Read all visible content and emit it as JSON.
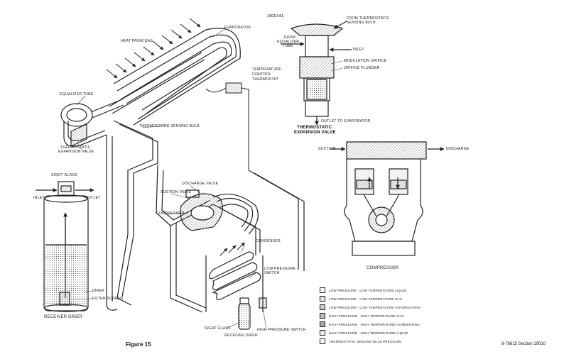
{
  "figure": {
    "top_number": "19010-81",
    "title": "Figure 15",
    "reference": "9-78615 Section 19010"
  },
  "labels": {
    "heat_from_gas": "HEAT FROM GAS",
    "evaporator": "EVAPORATOR",
    "temp_control_1": "TEMPERATURE",
    "temp_control_2": "CONTROL",
    "temp_control_3": "THERMOSTAT",
    "equalizer_tube": "EQUALIZER TUBE",
    "thermo_bulb": "THERMOSTATIC SENSING BULB",
    "tev_1": "THERMOSTATIC",
    "tev_2": "EXPANSION VALVE",
    "sight_glass_top": "SIGHT GLASS",
    "inlet": "INLET",
    "outlet": "OUTLET",
    "suction_valve": "SUCTION VALVE",
    "discharge_valve": "DISCHARGE VALVE",
    "compressor_main": "COMPRESSOR",
    "condenser": "CONDENSER",
    "low_pressure_switch_1": "LOW PRESSURE",
    "low_pressure_switch_2": "SWITCH",
    "drier": "DRIER",
    "filter_screen": "FILTER SCREEN",
    "receiver_drier": "RECEIVER DRIER",
    "sight_glass_bottom": "SIGHT GLASS",
    "receiver_drier_2": "RECEIVER DRIER",
    "high_pressure_switch": "HIGH PRESSURE SWITCH",
    "from_bulb_1": "FROM THERMOSTATIC",
    "from_bulb_2": "SENSING BULB",
    "from_equalizer_1": "FROM",
    "from_equalizer_2": "EQUALIZER",
    "from_equalizer_3": "TUBE",
    "inlet_right": "INLET",
    "modulation_orifice": "MODULATION ORIFICE",
    "orifice_plunger": "ORIFICE PLUNGER",
    "outlet_to_evap": "OUTLET TO EVAPORATOR",
    "tev_detail_1": "THERMOSTATIC",
    "tev_detail_2": "EXPANSION VALVE",
    "suction": "SUCTION",
    "discharge": "DISCHARGE",
    "compressor_detail": "COMPRESSOR"
  },
  "legend": [
    {
      "text": "LOW PRESSURE - LOW TEMPERATURE LIQUID",
      "fill": "#ffffff"
    },
    {
      "text": "LOW PRESSURE - LOW TEMPERATURE GAS",
      "fill": "#e3e3e3"
    },
    {
      "text": "LOW PRESSURE - LOW TEMPERATURE VAPORIZATION",
      "fill": "#cfcfcf"
    },
    {
      "text": "HIGH PRESSURE - HIGH TEMPERATURE GAS",
      "fill": "#bdbdbd"
    },
    {
      "text": "HIGH PRESSURE - HIGH TEMPERATURE CONDENSING",
      "fill": "#a9a9a9"
    },
    {
      "text": "HIGH PRESSURE - HIGH TEMPERATURE LIQUID",
      "fill": "#f2f2f2"
    },
    {
      "text": "THERMOSTATIC SENSING BULB PRESSURE",
      "fill": "#ffffff"
    }
  ]
}
